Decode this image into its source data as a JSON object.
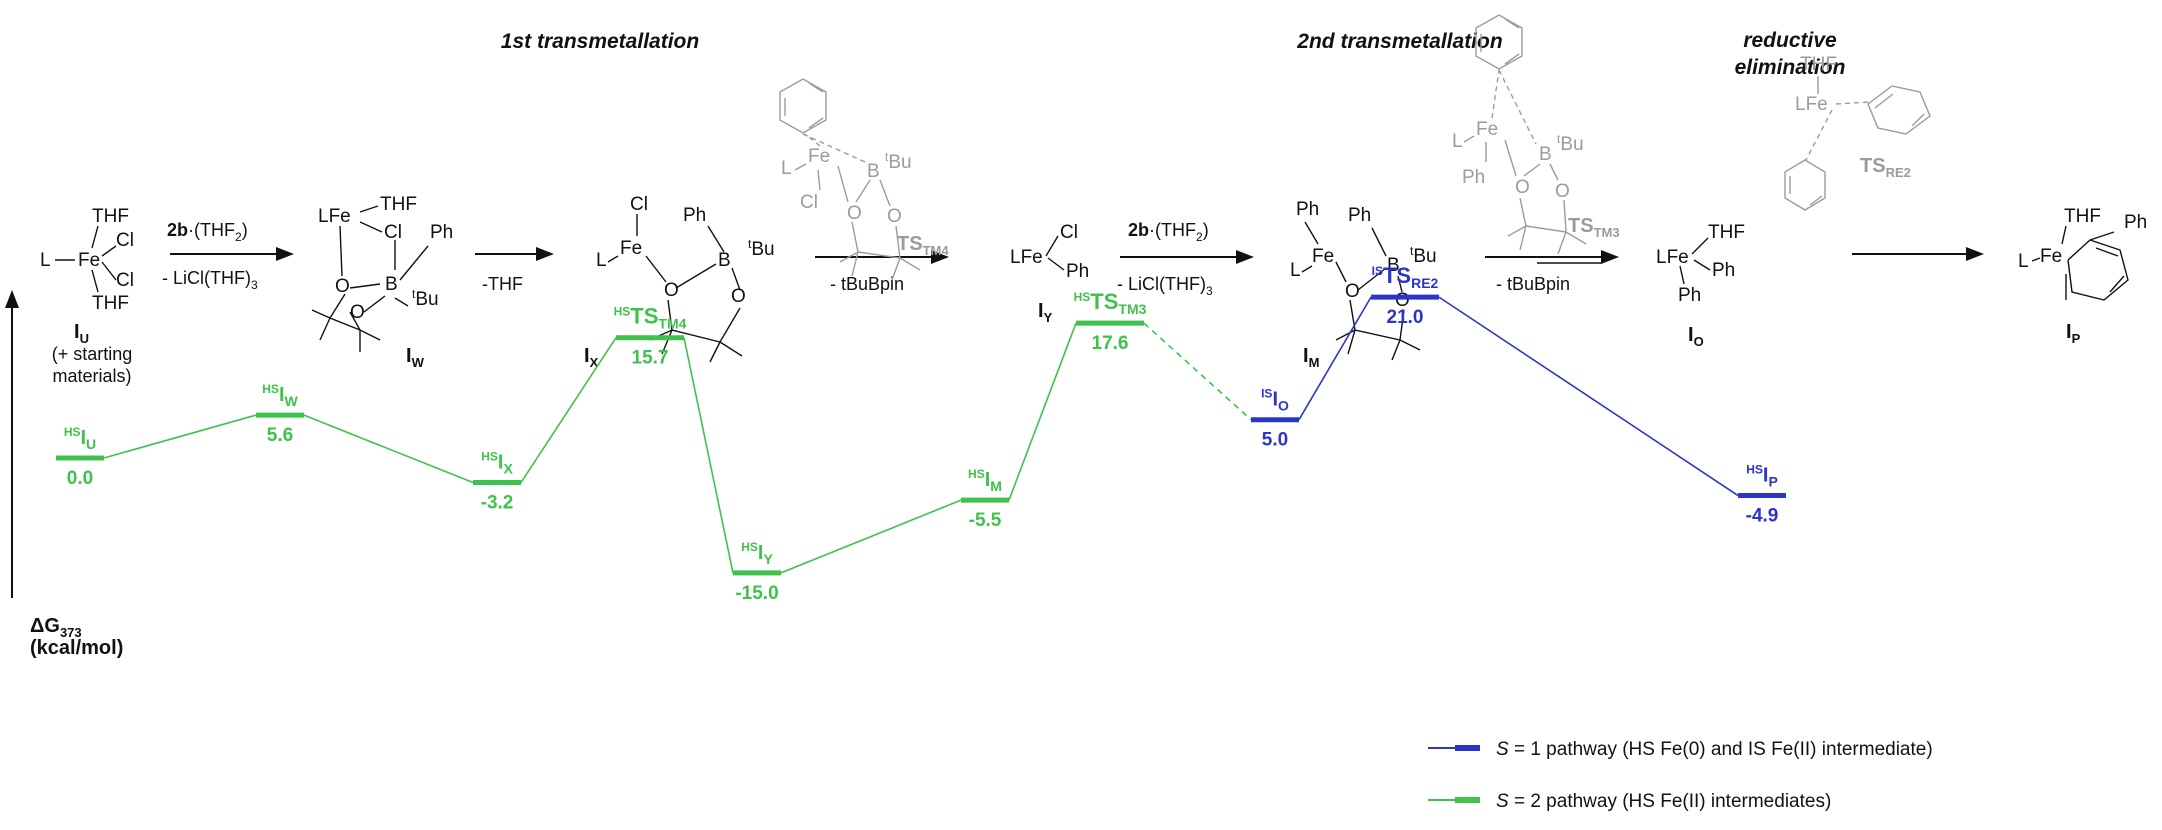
{
  "colors": {
    "hs_path": "#3fc24c",
    "is_path": "#2b35c9",
    "ts_structure": "#9b9b9b",
    "text": "#111111"
  },
  "steps": {
    "tm1": "1st transmetallation",
    "tm2": "2nd transmetallation",
    "re_line1": "reductive",
    "re_line2": "elimination"
  },
  "arrows": {
    "a1_top_main": "2b",
    "a1_top_rest": "(THF",
    "a1_top_sub": "2",
    "a1_top_close": ")",
    "a1_bottom_main": "- LiCl(THF)",
    "a1_bottom_sub": "3",
    "a2_bottom": "-THF",
    "a3_bottom": "- tBuBpin",
    "a4_top_main": "2b",
    "a4_top_rest": "(THF",
    "a4_top_sub": "2",
    "a4_top_close": ")",
    "a4_bottom_main": "- LiCl(THF)",
    "a4_bottom_sub": "3",
    "a5_bottom": "- tBuBpin"
  },
  "structures": {
    "IU": {
      "label": "I",
      "sub": "U",
      "note1": "(+ starting",
      "note2": "materials)"
    },
    "IW": {
      "label": "I",
      "sub": "W"
    },
    "IX": {
      "label": "I",
      "sub": "X"
    },
    "IY": {
      "label": "I",
      "sub": "Y"
    },
    "IM": {
      "label": "I",
      "sub": "M"
    },
    "IO": {
      "label": "I",
      "sub": "O"
    },
    "IP": {
      "label": "I",
      "sub": "P"
    },
    "TS_TM4": {
      "label": "TS",
      "sub": "TM4"
    },
    "TS_TM3": {
      "label": "TS",
      "sub": "TM3"
    },
    "TS_RE2": {
      "label": "TS",
      "sub": "RE2"
    }
  },
  "atoms": {
    "THF": "THF",
    "Cl": "Cl",
    "L": "L",
    "Fe": "Fe",
    "LFe": "LFe",
    "Ph": "Ph",
    "B": "B",
    "O": "O",
    "t": "t",
    "Bu": "Bu"
  },
  "axis": {
    "label_main": "ΔG",
    "label_sub": "373",
    "unit": "(kcal/mol)"
  },
  "levels": [
    {
      "id": "IU",
      "sup": "HS",
      "main": "I",
      "sub": "U",
      "value": "0.0",
      "energy": 0.0,
      "path": "S2"
    },
    {
      "id": "IW",
      "sup": "HS",
      "main": "I",
      "sub": "W",
      "value": "5.6",
      "energy": 5.6,
      "path": "S2"
    },
    {
      "id": "TS_TM4",
      "sup": "HS",
      "main": "TS",
      "sub": "TM4",
      "value": "15.7",
      "energy": 15.7,
      "path": "S2"
    },
    {
      "id": "IX",
      "sup": "HS",
      "main": "I",
      "sub": "X",
      "value": "-3.2",
      "energy": -3.2,
      "path": "S2"
    },
    {
      "id": "IY",
      "sup": "HS",
      "main": "I",
      "sub": "Y",
      "value": "-15.0",
      "energy": -15.0,
      "path": "S2"
    },
    {
      "id": "IM",
      "sup": "HS",
      "main": "I",
      "sub": "M",
      "value": "-5.5",
      "energy": -5.5,
      "path": "S2"
    },
    {
      "id": "TS_TM3",
      "sup": "HS",
      "main": "TS",
      "sub": "TM3",
      "value": "17.6",
      "energy": 17.6,
      "path": "S2"
    },
    {
      "id": "IO",
      "sup": "IS",
      "main": "I",
      "sub": "O",
      "value": "5.0",
      "energy": 5.0,
      "path": "S1"
    },
    {
      "id": "TS_RE2",
      "sup": "IS",
      "main": "TS",
      "sub": "RE2",
      "value": "21.0",
      "energy": 21.0,
      "path": "S1"
    },
    {
      "id": "IP",
      "sup": "HS",
      "main": "I",
      "sub": "P",
      "value": "-4.9",
      "energy": -4.9,
      "path": "S1"
    }
  ],
  "legend": [
    {
      "symbol": "S",
      "text": " = 1 pathway (HS Fe(0) and IS Fe(II) intermediate)",
      "color": "#2b35c9"
    },
    {
      "symbol": "S",
      "text": " = 2 pathway (HS Fe(II) intermediates)",
      "color": "#3fc24c"
    }
  ]
}
